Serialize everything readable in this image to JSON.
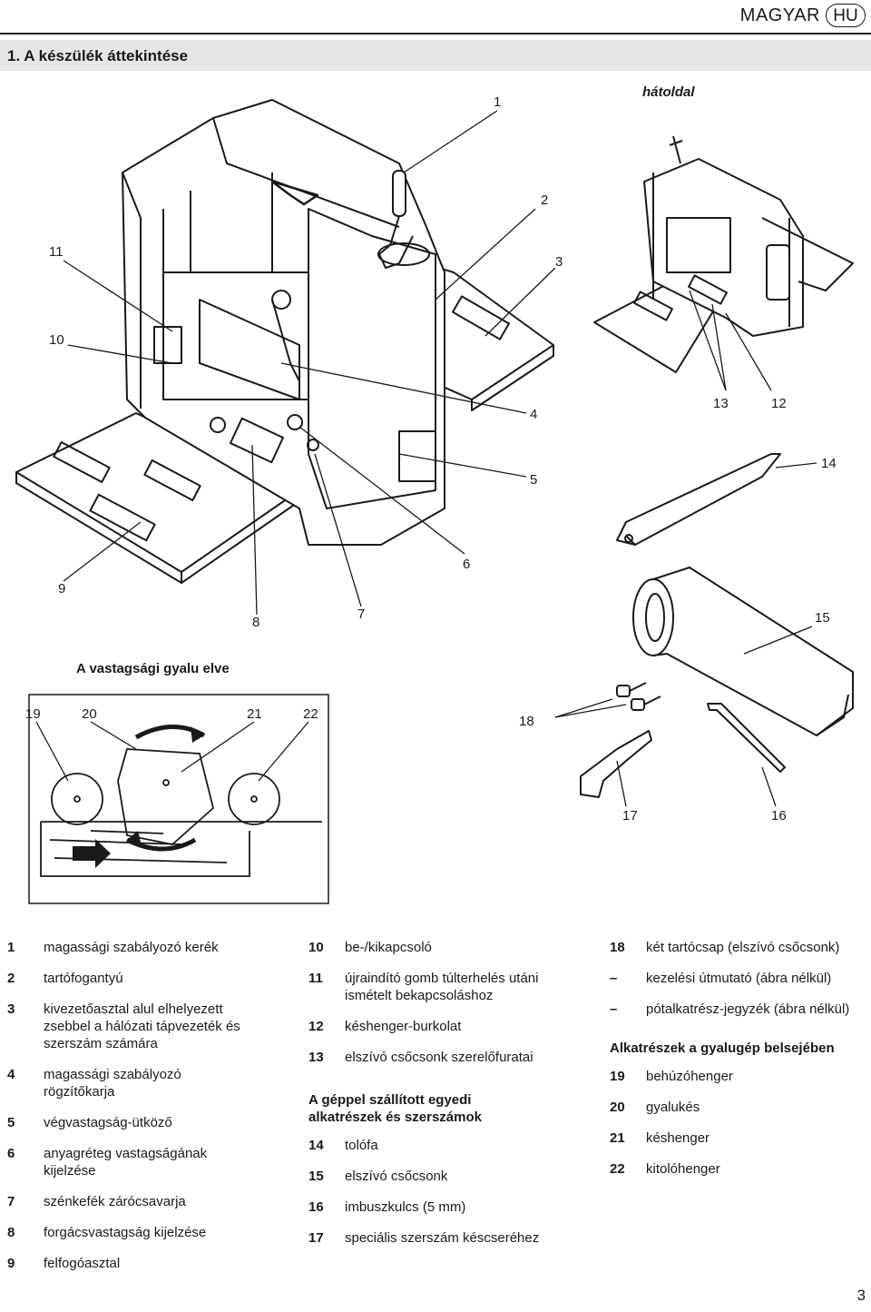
{
  "header": {
    "language": "MAGYAR",
    "badge": "HU"
  },
  "section": {
    "title": "1.   A készülék áttekintése"
  },
  "figure": {
    "back_label": "hátoldal",
    "principle_title": "A vastagsági gyalu elve",
    "callouts": {
      "c1": "1",
      "c2": "2",
      "c3": "3",
      "c4": "4",
      "c5": "5",
      "c6": "6",
      "c7": "7",
      "c8": "8",
      "c9": "9",
      "c10": "10",
      "c11": "11",
      "c12": "12",
      "c13": "13",
      "c14": "14",
      "c15": "15",
      "c16": "16",
      "c17": "17",
      "c18": "18",
      "c19": "19",
      "c20": "20",
      "c21": "21",
      "c22": "22"
    }
  },
  "legend": {
    "col1": [
      {
        "num": "1",
        "text": "magassági szabályozó kerék"
      },
      {
        "num": "2",
        "text": "tartófogantyú"
      },
      {
        "num": "3",
        "text": "kivezetőasztal alul elhelyezett zsebbel a hálózati tápvezeték és szerszám számára"
      },
      {
        "num": "4",
        "text": "magassági szabályozó rögzítőkarja"
      },
      {
        "num": "5",
        "text": "végvastagság-ütköző"
      },
      {
        "num": "6",
        "text": "anyagréteg vastagságának kijelzése"
      },
      {
        "num": "7",
        "text": "szénkefék zárócsavarja"
      },
      {
        "num": "8",
        "text": "forgácsvastagság kijelzése"
      },
      {
        "num": "9",
        "text": "felfogóasztal"
      }
    ],
    "col2": [
      {
        "num": "10",
        "text": "be-/kikapcsoló"
      },
      {
        "num": "11",
        "text": "újraindító gomb túlterhelés utáni ismételt bekapcsoláshoz"
      },
      {
        "num": "12",
        "text": "késhenger-burkolat"
      },
      {
        "num": "13",
        "text": "elszívó csőcsonk szerelőfuratai"
      }
    ],
    "col2_heading": "A géppel szállított egyedi alkatrészek és szerszámok",
    "col2b": [
      {
        "num": "14",
        "text": "tolófa"
      },
      {
        "num": "15",
        "text": "elszívó csőcsonk"
      },
      {
        "num": "16",
        "text": "imbuszkulcs (5 mm)"
      },
      {
        "num": "17",
        "text": "speciális szerszám késcseréhez"
      }
    ],
    "col3": [
      {
        "num": "18",
        "text": "két tartócsap (elszívó csőcsonk)"
      },
      {
        "num": "–",
        "text": "kezelési útmutató (ábra nélkül)"
      },
      {
        "num": "–",
        "text": "pótalkatrész-jegyzék (ábra nélkül)"
      }
    ],
    "col3_heading": "Alkatrészek a gyalugép belsejében",
    "col3b": [
      {
        "num": "19",
        "text": "behúzóhenger"
      },
      {
        "num": "20",
        "text": "gyalukés"
      },
      {
        "num": "21",
        "text": "késhenger"
      },
      {
        "num": "22",
        "text": "kitolóhenger"
      }
    ]
  },
  "page": {
    "number": "3"
  }
}
